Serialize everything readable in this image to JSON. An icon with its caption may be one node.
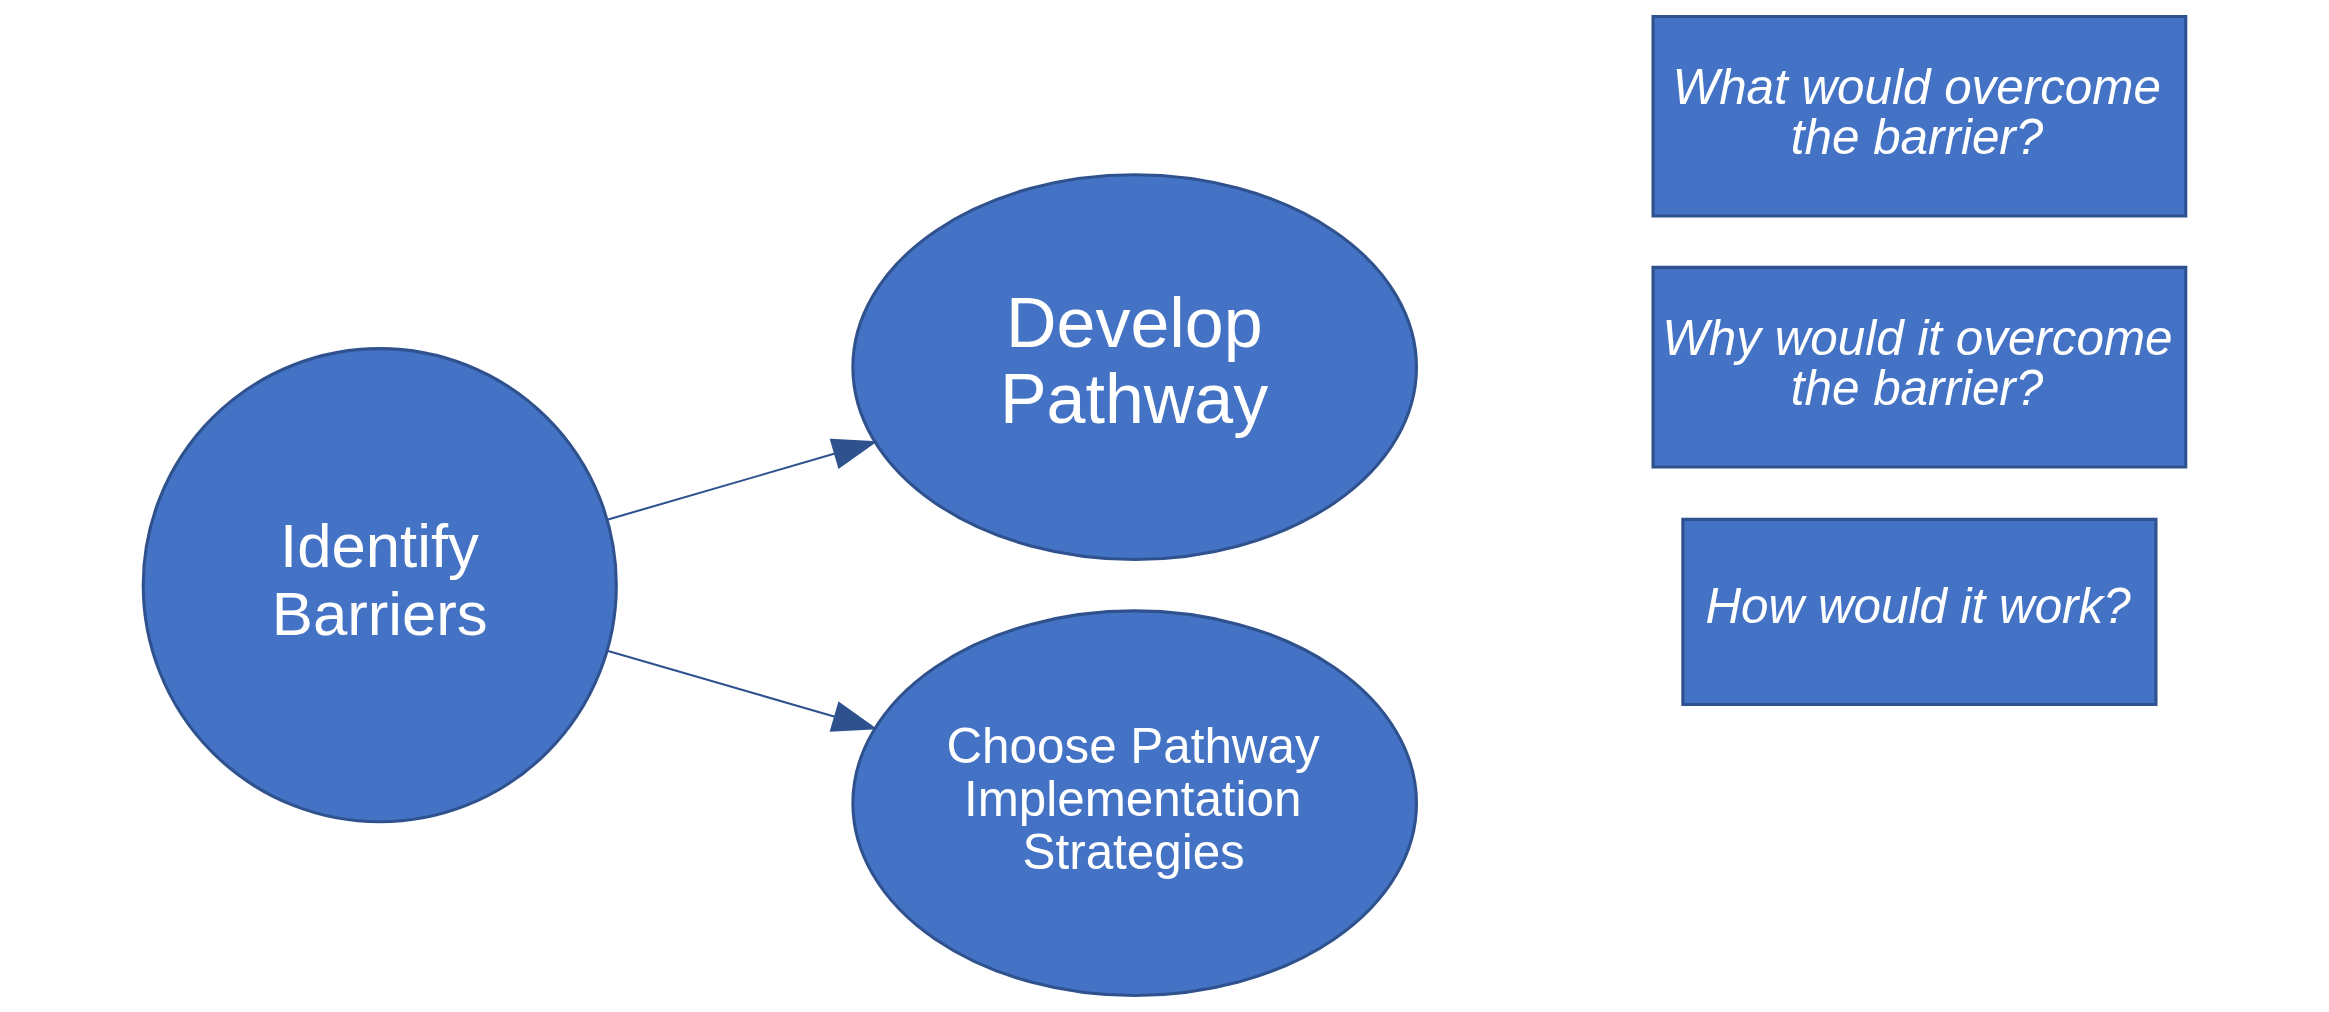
{
  "diagram": {
    "nodes": [
      {
        "text": [
          "Identify Barriers"
        ]
      },
      {
        "text": [
          "Develop Pathway"
        ]
      },
      {
        "text": [
          "Choose Pathway Implementation Strategies"
        ]
      },
      {
        "text": [
          "What would overcome the barrier?"
        ]
      },
      {
        "text": [
          "Why would it overcome the barrier?"
        ]
      },
      {
        "text": [
          "How would it work?"
        ]
      }
    ],
    "edges": [
      {
        "from": 0,
        "to": 1,
        "arrow": "to"
      },
      {
        "from": 0,
        "to": 2,
        "arrow": "to"
      }
    ]
  }
}
